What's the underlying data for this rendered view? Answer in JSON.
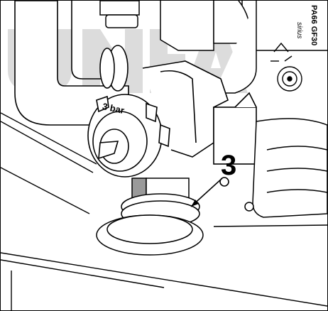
{
  "diagram": {
    "callout_number": "3",
    "valve_label": "3 bar",
    "part_code": "PA66 GF30",
    "brand_mark": "sirius",
    "colors": {
      "line": "#000000",
      "watermark": "#d9d9d9",
      "shade": "#9a9a9a"
    },
    "icons": [
      "recycle-icon",
      "date-wheel-icon"
    ]
  }
}
